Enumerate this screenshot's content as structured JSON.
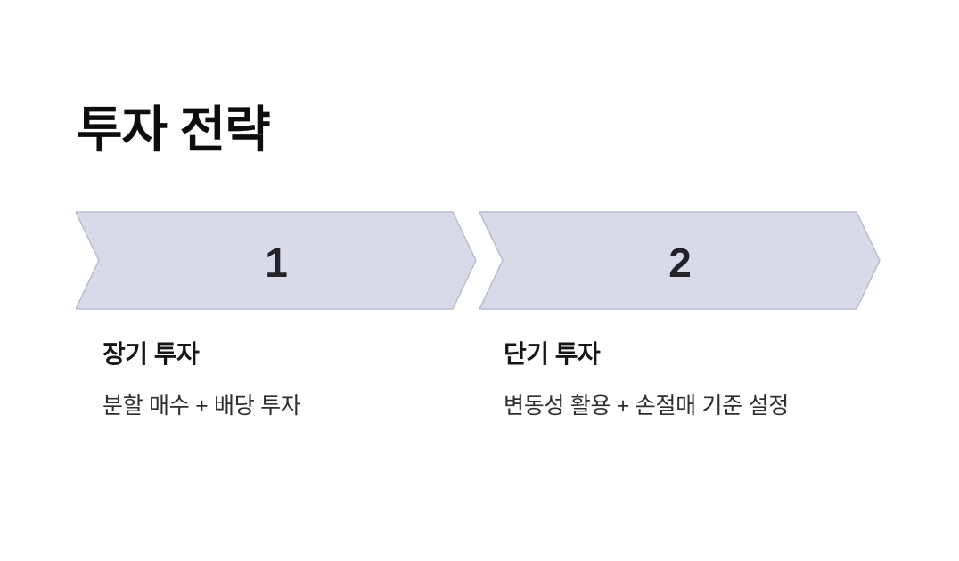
{
  "page": {
    "title": "투자 전략",
    "background": "#ffffff"
  },
  "steps": [
    {
      "number": "1",
      "heading": "장기 투자",
      "description": "분할 매수 + 배당 투자"
    },
    {
      "number": "2",
      "heading": "단기 투자",
      "description": "변동성 활용 + 손절매 기준 설정"
    }
  ],
  "colors": {
    "chevron_fill": "#d9dae8",
    "chevron_border": "#b9bbd2",
    "number_text": "#232329",
    "title_text": "#0d0d0f",
    "heading_text": "#161619",
    "description_text": "#2d2d32"
  }
}
